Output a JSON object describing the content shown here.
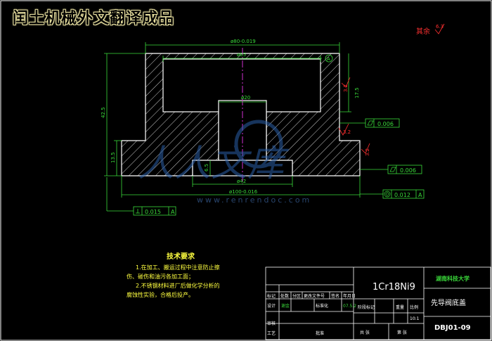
{
  "banner": "闰土机械外文翻译成品",
  "surface": {
    "label": "其余",
    "value": "6.3"
  },
  "dimensions": {
    "d_top": "ø80-0.019",
    "d_65": "ø65",
    "d_20": "ø20",
    "d_42": "ø42",
    "d_100": "ø100-0.016",
    "h_42_5": "42.5",
    "h_13_5": "13.5",
    "h_6_5": "6.5",
    "h_17_5": "17.5",
    "rough_3_2_a": "3.2",
    "rough_3_2_b": "3.2",
    "rough_3_2_c": "3.2",
    "datum": "A"
  },
  "gdt": {
    "flat1": "0.006",
    "flat2": "0.006",
    "circ": "0.012",
    "circ_ref": "A",
    "perp": "0.015",
    "perp_ref": "A"
  },
  "watermark": {
    "text": "人人文库",
    "url": "www.renrendoc.com"
  },
  "notes": {
    "title": "技术要求",
    "line1": "1.在加工、搬运过程中注意防止擦",
    "line2": "伤、碰伤和油污各加工面；",
    "line3": "2.不锈钢材料进厂后做化学分析的",
    "line4": "腐蚀性实验，合格后投产。"
  },
  "title_block": {
    "material": "1Cr18Ni9",
    "school": "湖南科技大学",
    "part_name": "先导阀底盖",
    "drawing_no": "DBJ01-09",
    "h_mark": "标记",
    "h_count": "处数",
    "h_zone": "分区",
    "h_change": "更改文件号",
    "h_sign": "签名",
    "h_date": "年月日",
    "r_design": "设计",
    "r_std": "标准化",
    "r_review": "审核",
    "r_process": "工艺",
    "r_approve": "批准",
    "designer": "谢金",
    "date": "07.5.2",
    "stage": "阶段标记",
    "weight": "重量",
    "scale": "比例",
    "scale_val": "10:1",
    "sheets_total": "共  张",
    "sheet_no": "第  张"
  }
}
